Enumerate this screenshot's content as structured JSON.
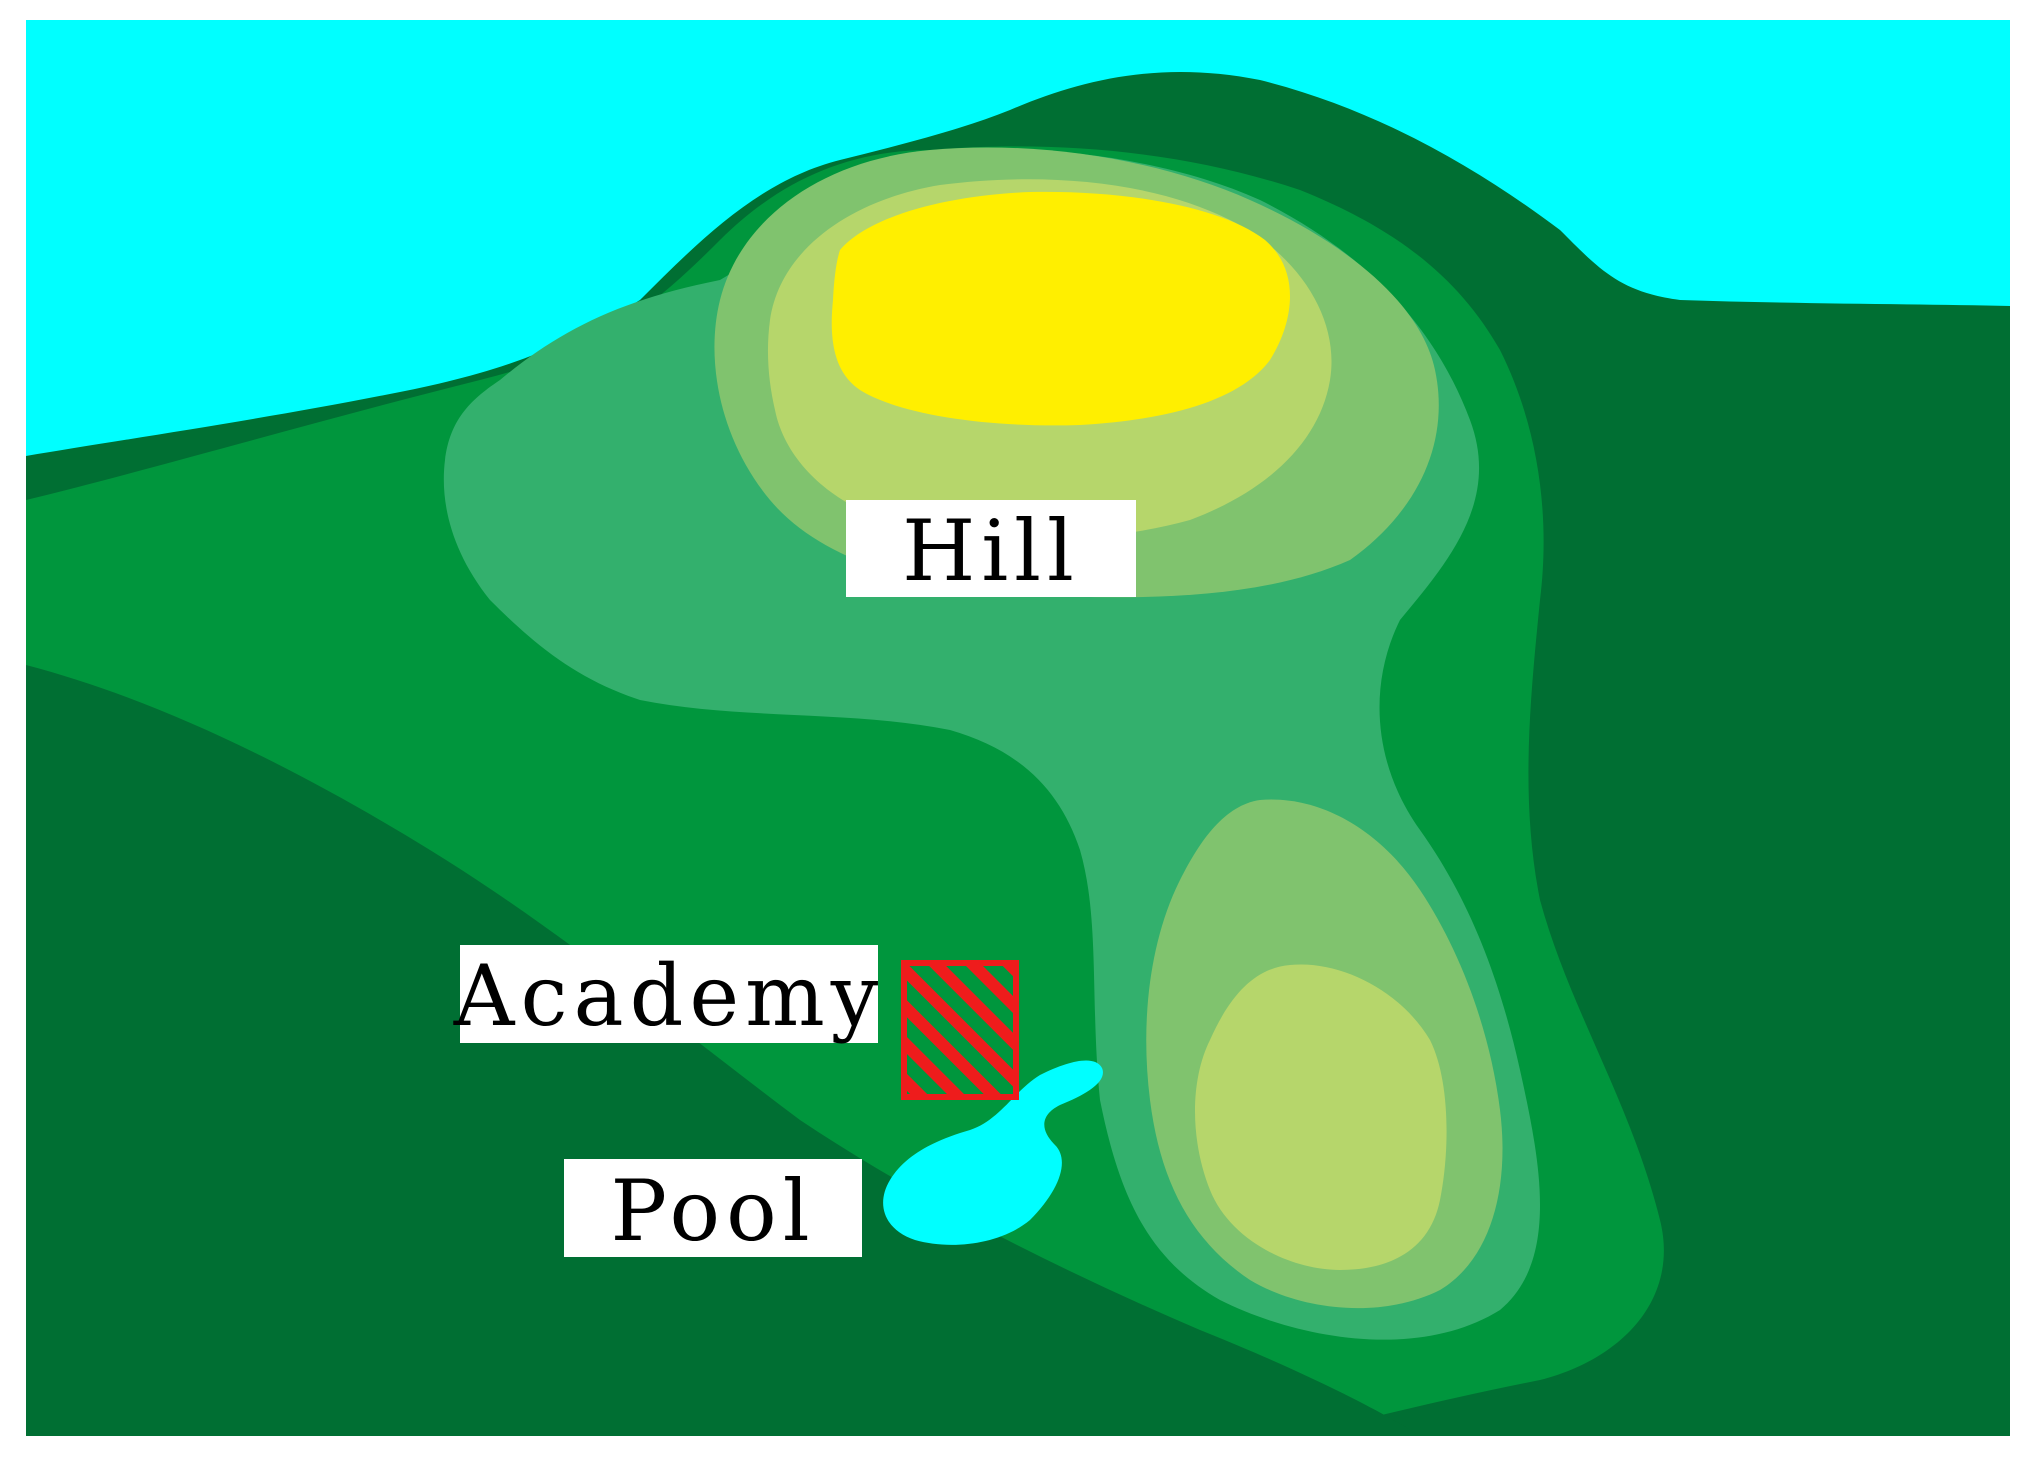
{
  "map": {
    "labels": {
      "hill": "Hill",
      "academy": "Academy",
      "pool": "Pool"
    },
    "colors": {
      "sky": "#00ffff",
      "water": "#00ffff",
      "terrain_level_1": "#006f33",
      "terrain_level_2": "#00963d",
      "terrain_level_3": "#33b06d",
      "terrain_level_4": "#80c36e",
      "terrain_level_5": "#b6d66b",
      "summit": "#ffef00",
      "academy_marker": "#ee1c1c",
      "label_background": "#ffffff"
    }
  }
}
